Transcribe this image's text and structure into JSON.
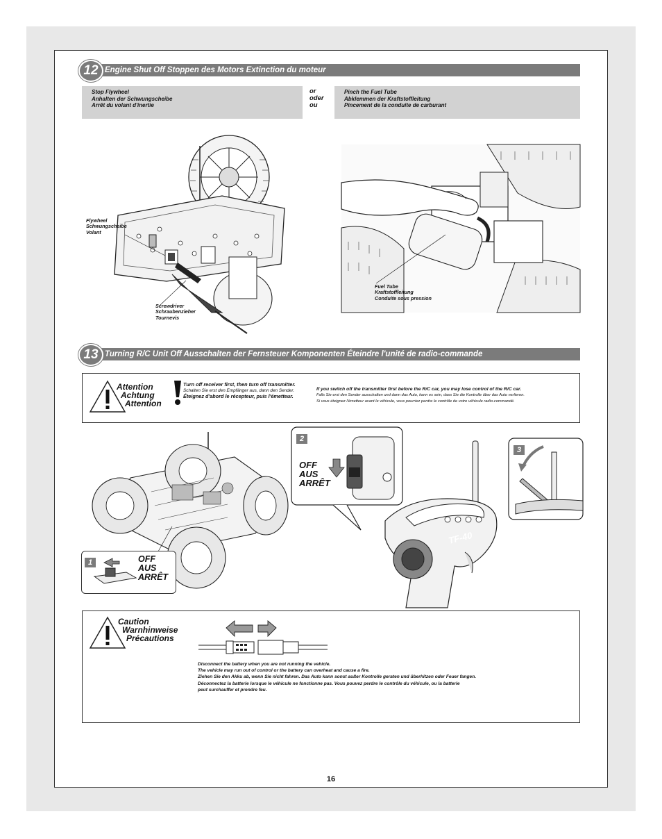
{
  "step12": {
    "number": "12",
    "title": "Engine Shut Off   Stoppen des Motors   Extinction du moteur",
    "left_box": [
      "Stop Flywheel",
      "Anhalten der Schwungscheibe",
      "Arrêt du volant d'inertie"
    ],
    "or_words": [
      "or",
      "oder",
      "ou"
    ],
    "right_box": [
      "Pinch the Fuel Tube",
      "Abklemmen der Kraftstoffleitung",
      "Pincement de la conduite de carburant"
    ],
    "flywheel_label": [
      "Flywheel",
      "Schwungscheibe",
      "Volant"
    ],
    "screwdriver_label": [
      "Screwdriver",
      "Schraubenzieher",
      "Tournevis"
    ],
    "fuel_tube_label": [
      "Fuel Tube",
      "Kraftstoffleitung",
      "Conduite sous pression"
    ]
  },
  "step13": {
    "number": "13",
    "title": "Turning R/C Unit Off   Ausschalten der Fernsteuer Komponenten   Éteindre l'unité de radio-commande",
    "attention_title": [
      "Attention",
      "Achtung",
      "Attention"
    ],
    "attention_lines": [
      "Turn off receiver first, then turn off transmitter.",
      "Schalten Sie erst den Empfänger aus, dann den Sender.",
      "Éteignez d'abord le récepteur, puis l'émetteur."
    ],
    "warning_lines": [
      "If you switch off the transmitter first before the R/C car, you may lose control of the R/C car.",
      "Falls Sie erst den Sender ausschalten und dann das Auto, kann es sein, dass Sie die Kontrolle über das Auto verlieren.",
      "Si vous éteignez l'émetteur avant le véhicule, vous pourriez perdre le contrôle de votre véhicule radio-commandé."
    ],
    "step1_badge": "1",
    "step2_badge": "2",
    "step3_badge": "3",
    "off_words": [
      "OFF",
      "AUS",
      "ARRÊT"
    ],
    "transmitter_model": "TF-40"
  },
  "caution": {
    "title": [
      "Caution",
      "Warnhinweise",
      "Précautions"
    ],
    "lines": [
      "Disconnect the battery when you are not running the vehicle.",
      "The vehicle may run out of control or the battery can overheat and cause a fire.",
      "Ziehen Sie den Akku ab, wenn Sie nicht fahren. Das Auto kann sonst außer Kontrolle geraten und überhitzen oder Feuer fangen.",
      "Déconnectez la batterie lorsque le véhicule ne fonctionne pas. Vous pouvez perdre le contrôle du véhicule, ou la batterie",
      "peut surchauffer et prendre feu."
    ]
  },
  "page_number": "16",
  "colors": {
    "bar": "#7b7b7b",
    "box": "#d2d2d2",
    "margin": "#e8e8e8"
  }
}
